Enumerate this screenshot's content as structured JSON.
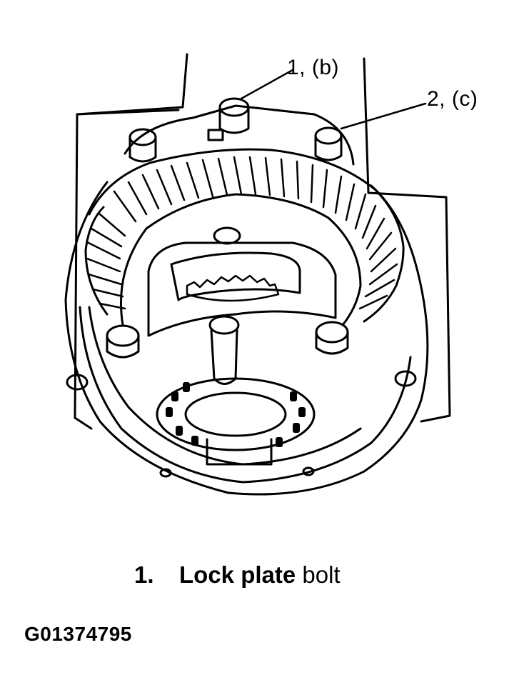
{
  "callouts": [
    {
      "label": "1, (b)"
    },
    {
      "label": "2, (c)"
    }
  ],
  "legend": {
    "number": "1.",
    "text_bold": "Lock plate",
    "text_regular": "bolt"
  },
  "figure_id": "G01374795"
}
